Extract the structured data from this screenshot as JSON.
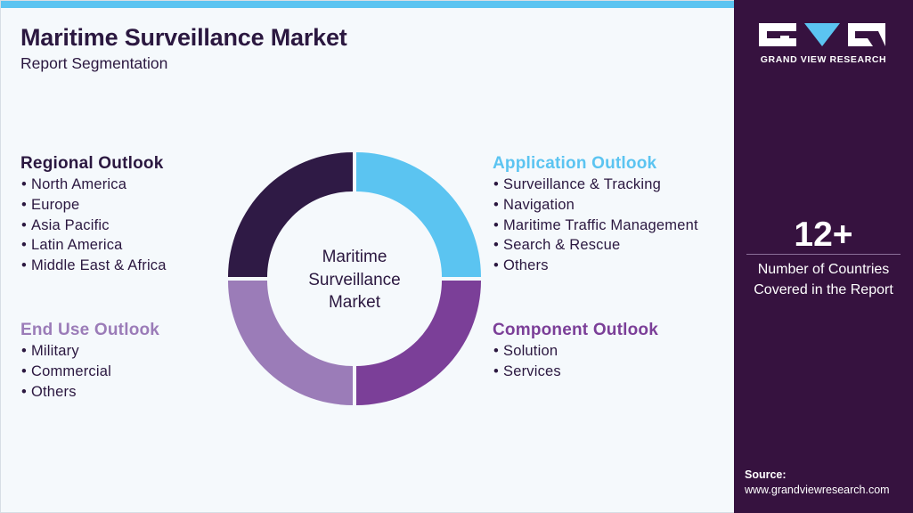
{
  "header": {
    "title": "Maritime Surveillance Market",
    "subtitle": "Report Segmentation"
  },
  "donut": {
    "center_line1": "Maritime",
    "center_line2": "Surveillance",
    "center_line3": "Market",
    "segment_colors": [
      "#5bc4f1",
      "#7b3f98",
      "#9b7cb8",
      "#2f1a45"
    ]
  },
  "segments": {
    "regional": {
      "title": "Regional Outlook",
      "color": "#2b1840",
      "items": [
        "North America",
        "Europe",
        "Asia Pacific",
        "Latin America",
        "Middle East & Africa"
      ]
    },
    "end_use": {
      "title": "End Use Outlook",
      "color": "#9b7cb8",
      "items": [
        "Military",
        "Commercial",
        "Others"
      ]
    },
    "application": {
      "title": "Application Outlook",
      "color": "#5bc4f1",
      "items": [
        "Surveillance & Tracking",
        "Navigation",
        "Maritime Traffic Management",
        "Search & Rescue",
        "Others"
      ]
    },
    "component": {
      "title": "Component Outlook",
      "color": "#7b3f98",
      "items": [
        "Solution",
        "Services"
      ]
    }
  },
  "sidebar": {
    "brand": "GRAND VIEW RESEARCH",
    "logo_icon": "gvr-logo-icon",
    "stat_value": "12+",
    "stat_line1": "Number of Countries",
    "stat_line2": "Covered in the Report",
    "source_label": "Source:",
    "source_url": "www.grandviewresearch.com",
    "background": "#36123f"
  }
}
